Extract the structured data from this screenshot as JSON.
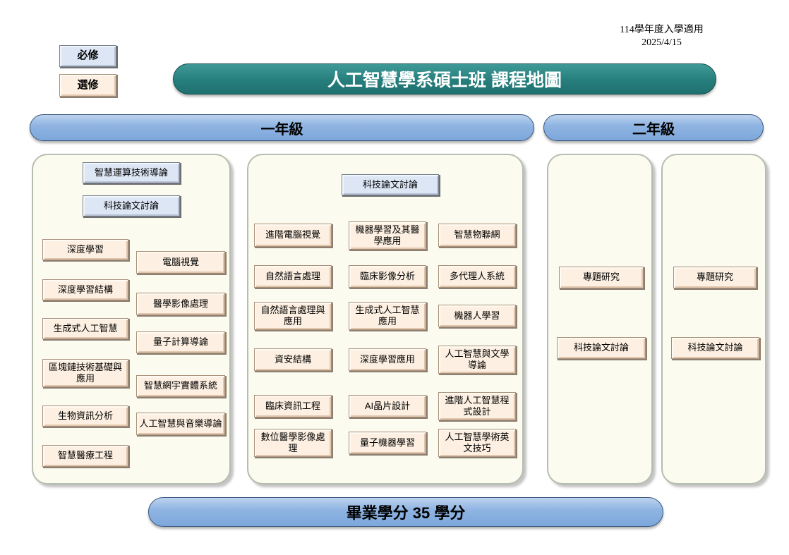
{
  "header": {
    "note_line1": "114學年度入學適用",
    "note_line2": "2025/4/15",
    "title": "人工智慧學系碩士班 課程地圖"
  },
  "legend": {
    "required": "必修",
    "elective": "選修"
  },
  "years": {
    "year1": "一年級",
    "year2": "二年級"
  },
  "footer": {
    "text": "畢業學分 35 學分"
  },
  "colors": {
    "required_fill": "#dce6f4",
    "elective_fill": "#fdf0e2",
    "title_fill": "#27807e",
    "year_pill_fill": "#8fb4e2",
    "panel_fill": "#fbfbf0"
  },
  "columns": [
    {
      "name": "year1-left",
      "required": [
        "智慧運算技術導論",
        "科技論文討論"
      ],
      "elective_left": [
        "深度學習",
        "深度學習結構",
        "生成式人工智慧",
        "區塊鏈技術基礎與應用",
        "生物資訊分析",
        "智慧醫療工程"
      ],
      "elective_right": [
        "電腦視覺",
        "醫學影像處理",
        "量子計算導論",
        "智慧網宇實體系統",
        "人工智慧與音樂導論"
      ]
    },
    {
      "name": "year1-right",
      "required": [
        "科技論文討論"
      ],
      "rows": [
        [
          "進階電腦視覺",
          "機器學習及其醫學應用",
          "智慧物聯網"
        ],
        [
          "自然語言處理",
          "臨床影像分析",
          "多代理人系統"
        ],
        [
          "自然語言處理與應用",
          "生成式人工智慧應用",
          "機器人學習"
        ],
        [
          "資安結構",
          "深度學習應用",
          "人工智慧與文學導論"
        ],
        [
          "臨床資訊工程",
          "AI晶片設計",
          "進階人工智慧程式設計"
        ],
        [
          "數位醫學影像處理",
          "量子機器學習",
          "人工智慧學術英文技巧"
        ]
      ]
    },
    {
      "name": "year2-left",
      "courses": [
        "專題研究",
        "科技論文討論"
      ]
    },
    {
      "name": "year2-right",
      "courses": [
        "專題研究",
        "科技論文討論"
      ]
    }
  ]
}
